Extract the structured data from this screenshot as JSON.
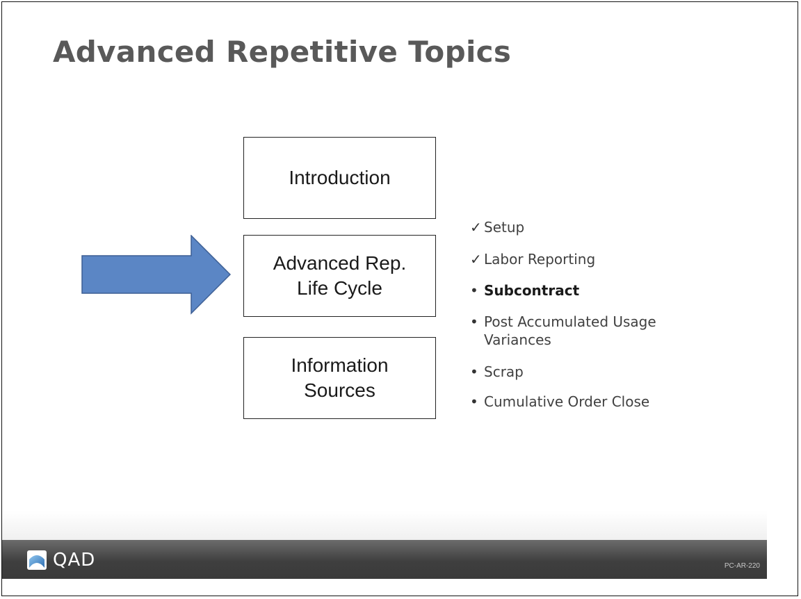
{
  "slide": {
    "title": "Advanced Repetitive Topics"
  },
  "boxes": {
    "introduction": "Introduction",
    "life_cycle": "Advanced Rep.\nLife Cycle",
    "information_sources": "Information\nSources"
  },
  "topics": [
    {
      "mark": "✓",
      "label": "Setup"
    },
    {
      "mark": "✓",
      "label": "Labor Reporting"
    },
    {
      "mark": "•",
      "label": "Subcontract"
    },
    {
      "mark": "•",
      "label": "Post Accumulated Usage\nVariances"
    },
    {
      "mark": "•",
      "label": "Scrap"
    },
    {
      "mark": "•",
      "label": "Cumulative Order Close"
    }
  ],
  "footer": {
    "logo_text": "QAD",
    "slide_code": "PC-AR-220"
  },
  "colors": {
    "arrow_fill": "#5b86c5",
    "arrow_stroke": "#3d5f94",
    "title": "#595959",
    "footer_bar": "#404040"
  },
  "icons": {
    "logo": "qad-logo-icon",
    "arrow": "right-arrow-icon"
  }
}
